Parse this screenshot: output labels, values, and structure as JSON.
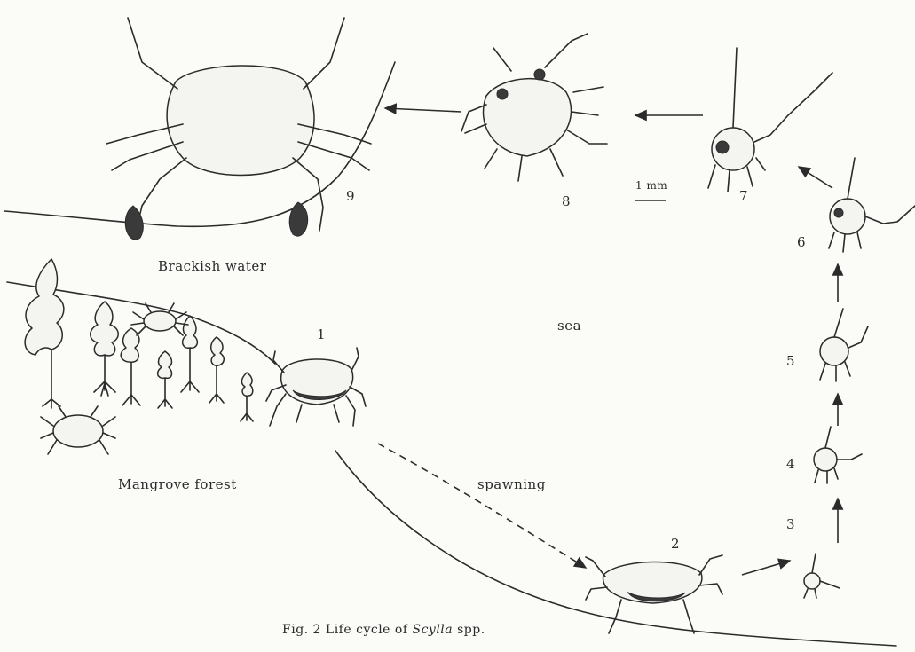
{
  "figure": {
    "caption_prefix": "Fig. 2  Life cycle of",
    "caption_genus": "Scylla",
    "caption_suffix": "spp."
  },
  "habitats": {
    "brackish": "Brackish water",
    "sea": "sea",
    "mangrove": "Mangrove forest"
  },
  "process": {
    "spawning": "spawning"
  },
  "scale_bar": "1 mm",
  "stages": [
    {
      "id": "1",
      "label": "1"
    },
    {
      "id": "2",
      "label": "2"
    },
    {
      "id": "3",
      "label": "3"
    },
    {
      "id": "4",
      "label": "4"
    },
    {
      "id": "5",
      "label": "5"
    },
    {
      "id": "6",
      "label": "6"
    },
    {
      "id": "7",
      "label": "7"
    },
    {
      "id": "8",
      "label": "8"
    },
    {
      "id": "9",
      "label": "9"
    }
  ]
}
